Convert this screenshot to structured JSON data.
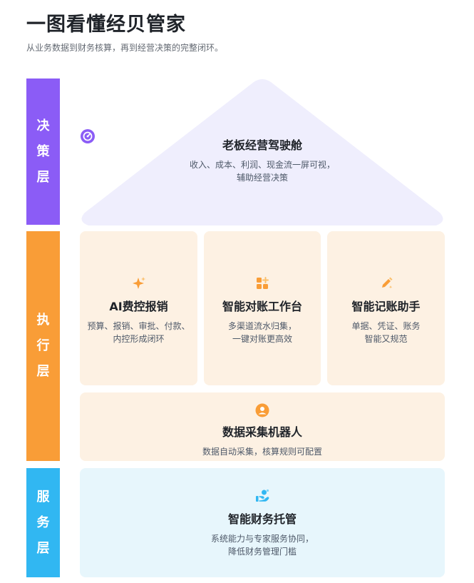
{
  "header": {
    "title": "一图看懂经贝管家",
    "subtitle": "从业务数据到财务核算，再到经营决策的完整闭环。"
  },
  "layers": {
    "decision": [
      "决",
      "策",
      "层"
    ],
    "execution": [
      "执",
      "行",
      "层"
    ],
    "service": [
      "服",
      "务",
      "层"
    ]
  },
  "cockpit": {
    "icon": "gauge-icon",
    "title": "老板经营驾驶舱",
    "desc": [
      "收入、成本、利润、现金流一屏可视，",
      "辅助经营决策"
    ]
  },
  "expense": {
    "icon": "sparkle-icon",
    "title": "AI费控报销",
    "desc": [
      "预算、报销、审批、付款、",
      "内控形成闭环"
    ]
  },
  "reconcile": {
    "icon": "grid-plus-icon",
    "title": "智能对账工作台",
    "desc": [
      "多渠道流水归集，",
      "一键对账更高效"
    ]
  },
  "bookkeeping": {
    "icon": "pencil-icon",
    "title": "智能记账助手",
    "desc": [
      "单据、凭证、账务",
      "智能又规范"
    ]
  },
  "robot": {
    "icon": "robot-icon",
    "title": "数据采集机器人",
    "desc": [
      "数据自动采集，核算规则可配置"
    ]
  },
  "hosting": {
    "icon": "hand-coin-icon",
    "title": "智能财务托管",
    "desc": [
      "系统能力与专家服务协同，",
      "降低财务管理门槛"
    ]
  },
  "colors": {
    "decision": "#8b5cf6",
    "execution": "#f99d37",
    "service": "#31b7f2",
    "roof_fill": "#efeefd",
    "exec_card": "#fdf1e3",
    "service_card": "#e7f6fc"
  }
}
